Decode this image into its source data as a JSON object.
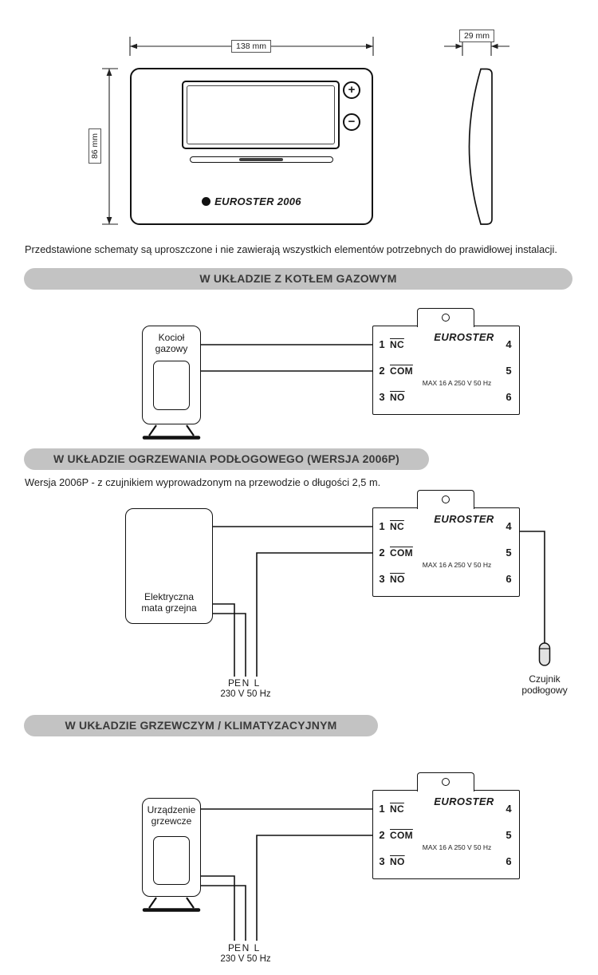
{
  "dimensions": {
    "width": "138 mm",
    "depth": "29 mm",
    "height": "86 mm"
  },
  "device": {
    "brand": "EUROSTER 2006",
    "plus": "+",
    "minus": "−"
  },
  "intro_note": "Przedstawione schematy są uproszczone i nie zawierają wszystkich elementów potrzebnych do prawidłowej instalacji.",
  "relay": {
    "brand": "EUROSTER",
    "rating": "MAX 16 A 250 V 50 Hz",
    "t1": "1",
    "t2": "2",
    "t3": "3",
    "t4": "4",
    "t5": "5",
    "t6": "6",
    "nc": "NC",
    "com": "COM",
    "no": "NO"
  },
  "section_gas": {
    "title": "W UKŁADZIE Z KOTŁEM GAZOWYM",
    "device_line1": "Kocioł",
    "device_line2": "gazowy"
  },
  "section_floor": {
    "title": "W UKŁADZIE OGRZEWANIA PODŁOGOWEGO (WERSJA 2006P)",
    "note": "Wersja 2006P - z czujnikiem wyprowadzonym na przewodzie o długości 2,5 m.",
    "device_line1": "Elektryczna",
    "device_line2": "mata grzejna",
    "sensor_line1": "Czujnik",
    "sensor_line2": "podłogowy",
    "pe": "PE",
    "n": "N",
    "l": "L",
    "mains": "230 V 50 Hz"
  },
  "section_hvac": {
    "title": "W UKŁADZIE GRZEWCZYM / KLIMATYZACYJNYM",
    "device_line1": "Urządzenie",
    "device_line2": "grzewcze",
    "pe": "PE",
    "n": "N",
    "l": "L",
    "mains": "230 V 50 Hz"
  }
}
